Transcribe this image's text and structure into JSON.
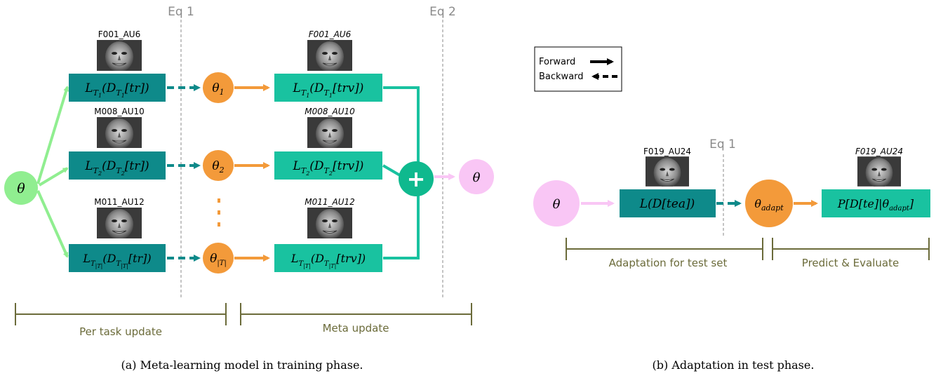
{
  "panel_a": {
    "eq1": "Eq 1",
    "eq2": "Eq 2",
    "theta": "θ",
    "theta_out": "θ",
    "dots": "⋮",
    "rows": [
      {
        "face_label_left": "F001_AU6",
        "face_label_right": "F001_AU6",
        "loss_inner": "L_T1(D_T1[tr])",
        "theta_task": "θ1",
        "loss_outer": "L_T1(D_T1[trv])"
      },
      {
        "face_label_left": "M008_AU10",
        "face_label_right": "M008_AU10",
        "loss_inner": "L_T2(D_T2[tr])",
        "theta_task": "θ2",
        "loss_outer": "L_T2(D_T2[trv])"
      },
      {
        "face_label_left": "M011_AU12",
        "face_label_right": "M011_AU12",
        "loss_inner": "L_T|T|(D_T|T|[tr])",
        "theta_task": "θ|T|",
        "loss_outer": "L_T|T|(D_T|T|[trv])"
      }
    ],
    "bracket_left": "Per task update",
    "bracket_right": "Meta update",
    "caption": "(a) Meta-learning model in training phase."
  },
  "panel_b": {
    "legend_forward": "Forward",
    "legend_backward": "Backward",
    "eq1": "Eq 1",
    "theta": "θ",
    "face_label_left": "F019_AU24",
    "face_label_right": "F019_AU24",
    "loss": "L(D[tea])",
    "theta_adapt": "θ_adapt",
    "predict": "P[D[te]|θ_adapt]",
    "bracket_left": "Adaptation for test set",
    "bracket_right": "Predict & Evaluate",
    "caption": "(b) Adaptation in test phase."
  },
  "colors": {
    "dark_teal": "#0e8a8a",
    "teal_mid": "#19c2a0",
    "green_light": "#90ee90",
    "orange": "#f39a3a",
    "pink": "#f9c6f5",
    "olive": "#6b6b3a"
  }
}
